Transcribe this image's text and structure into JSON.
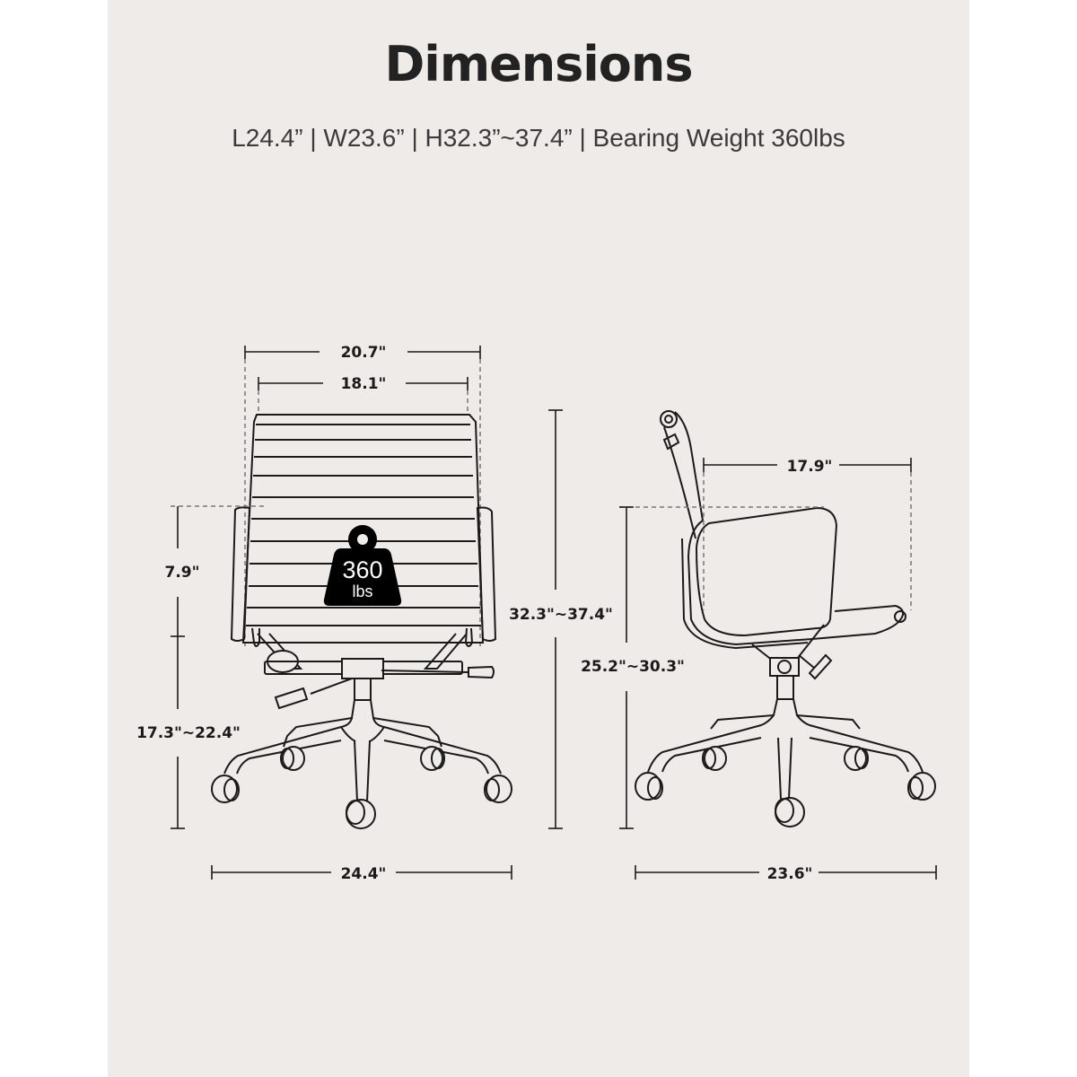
{
  "header": {
    "title": "Dimensions",
    "subtitle": "L24.4” | W23.6” | H32.3”~37.4” | Bearing Weight 360lbs"
  },
  "colors": {
    "background": "#efebe9",
    "margin": "#ffffff",
    "ink": "#1a1a1a",
    "badge": "#000000"
  },
  "front_view": {
    "back_outer_width": "20.7\"",
    "back_inner_width": "18.1\"",
    "armrest_height": "7.9\"",
    "seat_height": "17.3\"~22.4\"",
    "base_width": "24.4\"",
    "total_height": "32.3\"~37.4\"",
    "weight_badge": {
      "value": "360",
      "unit": "lbs",
      "icon": "weight-icon"
    }
  },
  "side_view": {
    "seat_depth": "17.9\"",
    "armrest_floor_height": "25.2\"~30.3\"",
    "base_depth": "23.6\""
  }
}
